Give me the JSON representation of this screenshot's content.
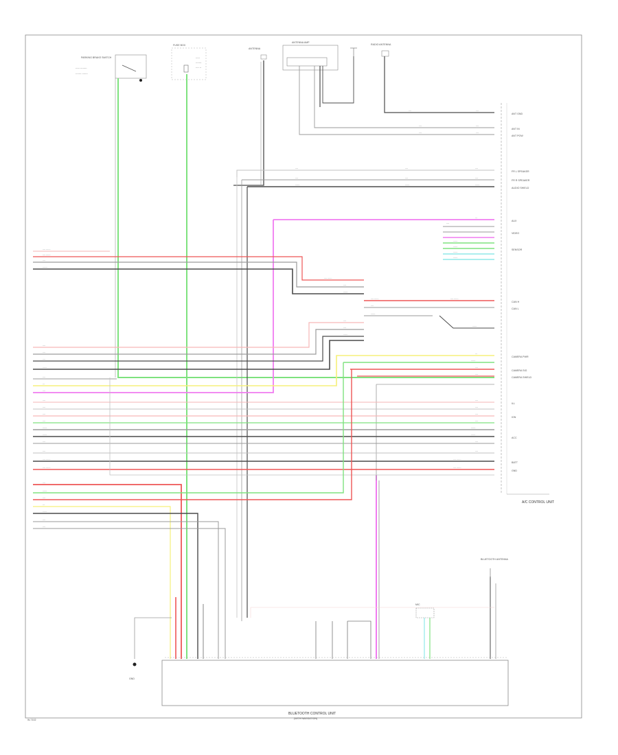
{
  "diagram": {
    "top_components": {
      "switch": "PARKING BRAKE SWITCH",
      "fuse_box": "FUSE BOX",
      "antenna_amp": "ANTENNA AMP",
      "antenna_main": "ANTENNA",
      "antenna_sub": "RADIO ANTENNA"
    },
    "right_unit": {
      "label": "A/C CONTROL UNIT",
      "top_pin_labels": [
        "ANT GND",
        "ANT IN",
        "ANT POW"
      ],
      "signal_labels": [
        "FR L SPEAKER",
        "FR R SPEAKER",
        "AUDIO SHIELD",
        "AUX",
        "VIDEO",
        "SENSOR",
        "CAN H",
        "CAN L",
        "CAMERA PWR",
        "CAMERA SIG",
        "CAMERA SHIELD",
        "ILL",
        "IGN",
        "ACC",
        "BATT",
        "GND"
      ]
    },
    "bottom_unit": {
      "label": "BLUETOOTH CONTROL UNIT",
      "sublabel": "(WITH NAVIGATION)",
      "left_ground": "GND"
    },
    "mic": {
      "label": "MIC"
    },
    "bluetooth_antenna": {
      "label": "BLUETOOTH ANTENNA"
    },
    "footer": "W-7102"
  },
  "colors": {
    "green": "#7ee27e",
    "magenta": "#f07bf0",
    "red": "#ee5555",
    "pink": "#f6b6b6",
    "gray": "#9a9a9a",
    "dark": "#4a4a4a",
    "yellow": "#f5f07a",
    "cyan": "#8fe8e8",
    "black": "#222222"
  }
}
